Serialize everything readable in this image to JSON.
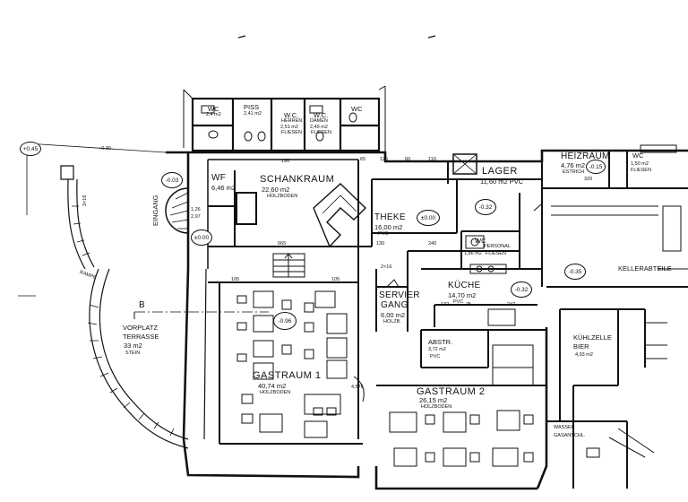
{
  "rooms": {
    "wc1": {
      "name": "WC",
      "area": "2,4 m2"
    },
    "piss": {
      "name": "PISS",
      "area": "2,41 m2"
    },
    "wc_herren": {
      "name": "W.C.",
      "line2": "HERREN",
      "area": "2,51 m2",
      "floor": "FLIESEN"
    },
    "wc_damen": {
      "name": "W.C.",
      "line2": "DAMEN",
      "area": "2,49 m2",
      "floor": "FLIESEN"
    },
    "wc2": {
      "name": "WC"
    },
    "wf1": {
      "name": "WF",
      "area": "6,46 m2"
    },
    "schankraum": {
      "name": "SCHANKRAUM",
      "area": "22,60 m2",
      "floor": "HOLZBODEN"
    },
    "lager": {
      "name": "LAGER",
      "area": "11,60 m2 PVC"
    },
    "heizraum": {
      "name": "HEIZRAUM",
      "area": "4,76 m2",
      "floor": "ESTRICH"
    },
    "wc_right": {
      "name": "WC",
      "area": "1,50 m2",
      "floor": "FLIESEN"
    },
    "theke": {
      "name": "THEKE",
      "area": "16,00 m2",
      "floor": "PVC"
    },
    "wc_personal": {
      "name": "WC",
      "line2": "PERSONAL",
      "area": "1,86 m2",
      "floor": "FLIESEN"
    },
    "kellerabteil": {
      "name": "KELLERABTEILE"
    },
    "kueche": {
      "name": "KÜCHE",
      "area": "14,70 m2",
      "floor": "PVC"
    },
    "serviergang": {
      "name": "SERVIER",
      "line2": "GANG",
      "area": "6,00 m2",
      "floor": "HOLZB."
    },
    "abstr": {
      "name": "ABSTR.",
      "area": "3,72 m2",
      "floor": "PVC"
    },
    "gastraum1": {
      "name": "GASTRAUM 1",
      "area": "40,74 m2",
      "floor": "HOLZBODEN"
    },
    "gastraum2": {
      "name": "GASTRAUM 2",
      "area": "26,15 m2",
      "floor": "HOLZBODEN"
    },
    "kuehlzelle": {
      "name": "KÜHLZELLE",
      "line2": "BIER",
      "area": "4,93 m2"
    },
    "wasser": {
      "name": "WASSER",
      "line2": "GASANSCHL."
    },
    "vorplatz": {
      "name": "VORPLATZ",
      "line2": "TERRASSE",
      "area": "33 m2",
      "floor": "STEIN"
    }
  },
  "levels": {
    "l1": "-0.03",
    "l2": "±0.00",
    "l3": "±0.00",
    "l4": "-0.32",
    "l5": "-0.96",
    "l6": "-0.32",
    "l7": "-0.35",
    "l8": "-0.15",
    "l9": "+0.45"
  },
  "labels": {
    "eingang": "EINGANG",
    "rampe": "RAMPE",
    "section": "B",
    "elev_small": "+0.30",
    "d190": "190",
    "d65": "65",
    "d125": "125",
    "d60": "60",
    "d110": "110",
    "d320": "320",
    "d665": "665",
    "d105": "105",
    "d130": "130",
    "d240": "240",
    "d2x16": "2×16",
    "d3x16": "3×16",
    "d132": "132",
    "d25": "25",
    "d247": "247",
    "d126": "1,26",
    "d297": "2,97",
    "d576": "4,576"
  }
}
